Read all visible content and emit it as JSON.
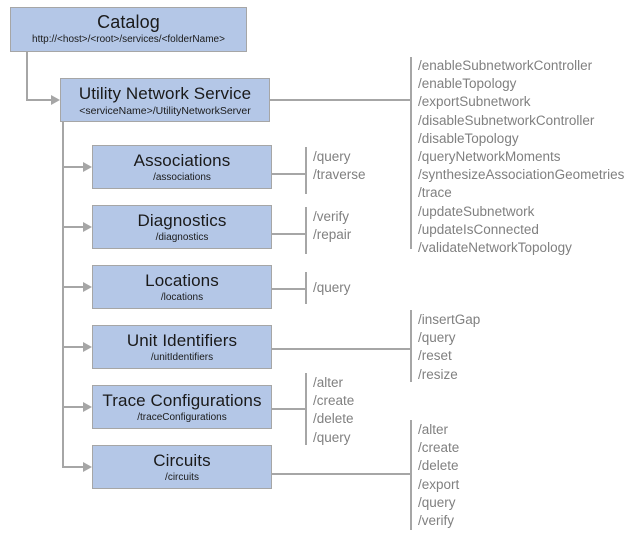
{
  "diagram": {
    "title": "Utility Network Service REST endpoint hierarchy",
    "colors": {
      "node_fill": "#b4c7e7",
      "node_border": "#a6a6a6",
      "connector": "#a6a6a6",
      "operation_text": "#808080",
      "node_text": "#1a1a1a",
      "background": "#ffffff"
    }
  },
  "nodes": {
    "catalog": {
      "title": "Catalog",
      "path": "http://<host>/<root>/services/<folderName>"
    },
    "service": {
      "title": "Utility Network Service",
      "path": "<serviceName>/UtilityNetworkServer"
    },
    "associations": {
      "title": "Associations",
      "path": "/associations"
    },
    "diagnostics": {
      "title": "Diagnostics",
      "path": "/diagnostics"
    },
    "locations": {
      "title": "Locations",
      "path": "/locations"
    },
    "unit_identifiers": {
      "title": "Unit Identifiers",
      "path": "/unitIdentifiers"
    },
    "trace_configurations": {
      "title": "Trace Configurations",
      "path": "/traceConfigurations"
    },
    "circuits": {
      "title": "Circuits",
      "path": "/circuits"
    }
  },
  "operations": {
    "service": [
      "/enableSubnetworkController",
      "/enableTopology",
      "/exportSubnetwork",
      "/disableSubnetworkController",
      "/disableTopology",
      "/queryNetworkMoments",
      "/synthesizeAssociationGeometries",
      "/trace",
      "/updateSubnetwork",
      "/updateIsConnected",
      "/validateNetworkTopology"
    ],
    "associations": [
      "/query",
      "/traverse"
    ],
    "diagnostics": [
      "/verify",
      "/repair"
    ],
    "locations": [
      "/query"
    ],
    "unit_identifiers": [
      "/insertGap",
      "/query",
      "/reset",
      "/resize"
    ],
    "trace_configurations": [
      "/alter",
      "/create",
      "/delete",
      "/query"
    ],
    "circuits": [
      "/alter",
      "/create",
      "/delete",
      "/export",
      "/query",
      "/verify"
    ]
  }
}
